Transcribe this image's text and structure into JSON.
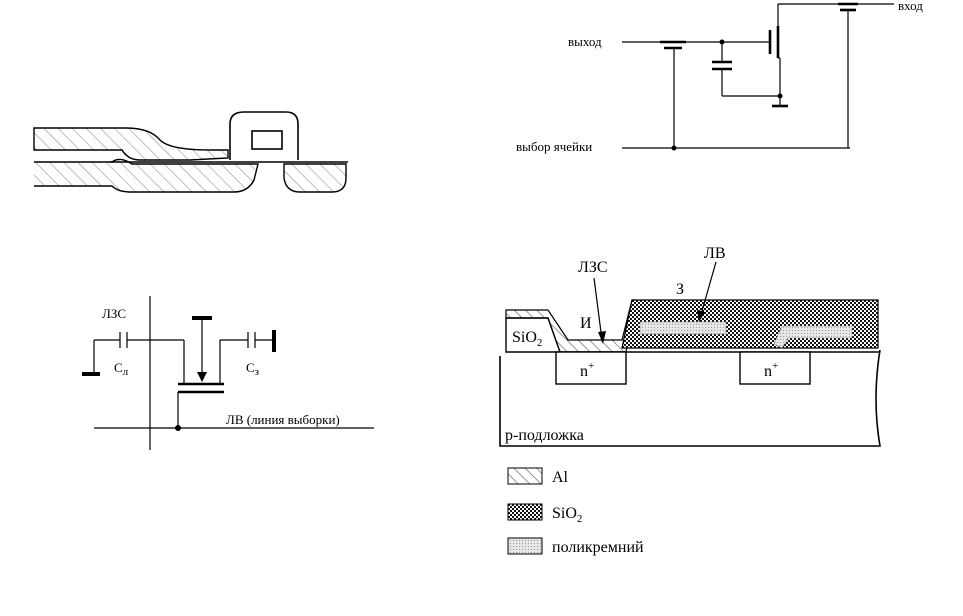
{
  "circuit_top": {
    "output_label": "выход",
    "input_label": "вход",
    "cell_select_label": "выбор ячейки"
  },
  "capacitor_circuit": {
    "bitline_label": "ЛЗС",
    "cap_bitline_symbol": "C",
    "cap_bitline_sub": "л",
    "cap_storage_symbol": "C",
    "cap_storage_sub": "з",
    "wordline_label": "ЛВ (линия выборки)"
  },
  "cross_section": {
    "wordline_label": "ЛВ",
    "bitline_label": "ЛЗС",
    "gate_label": "З",
    "insulator_label": "И",
    "oxide_label": "SiO",
    "oxide_sub": "2",
    "diffusion_left": "n",
    "diffusion_left_sup": "+",
    "diffusion_right": "n",
    "diffusion_right_sup": "+",
    "substrate_label": "p-подложка"
  },
  "legend": {
    "items": [
      {
        "label": "Al",
        "sub": ""
      },
      {
        "label": "SiO",
        "sub": "2"
      },
      {
        "label": "поликремний",
        "sub": ""
      }
    ]
  },
  "colors": {
    "ink": "#000000",
    "background": "#ffffff",
    "poly_fill": "#d9d9d9"
  }
}
